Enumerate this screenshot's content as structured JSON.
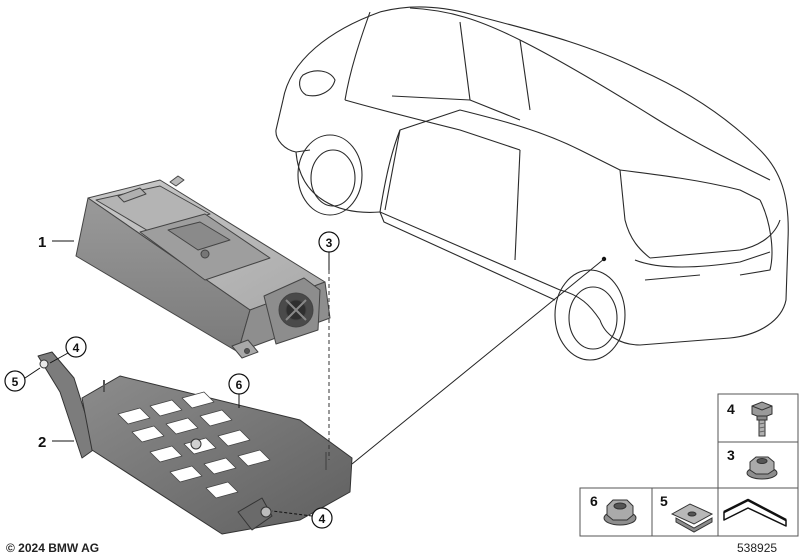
{
  "callouts": {
    "c1": "1",
    "c2": "2",
    "c3": "3",
    "c4a": "4",
    "c4b": "4",
    "c5": "5",
    "c6": "6"
  },
  "parts_table": {
    "p4": "4",
    "p3": "3",
    "p6": "6",
    "p5": "5"
  },
  "footer": {
    "copyright": "© 2024 BMW AG",
    "diagram_id": "538925"
  }
}
